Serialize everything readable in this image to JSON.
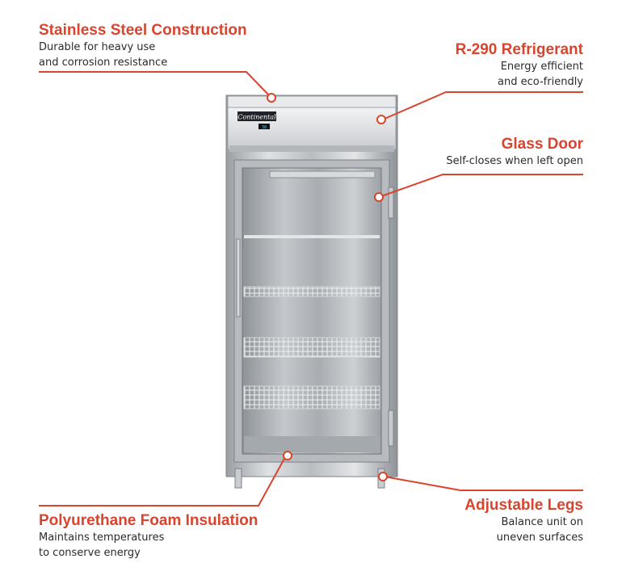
{
  "callouts": {
    "steel": {
      "title": "Stainless Steel Construction",
      "line1": "Durable for heavy use",
      "line2": "and corrosion resistance"
    },
    "refrigerant": {
      "title": "R-290 Refrigerant",
      "line1": "Energy efficient",
      "line2": "and eco-friendly"
    },
    "glass": {
      "title": "Glass Door",
      "line1": "Self-closes when left open"
    },
    "foam": {
      "title": "Polyurethane Foam Insulation",
      "line1": "Maintains temperatures",
      "line2": "to conserve energy"
    },
    "legs": {
      "title": "Adjustable Legs",
      "line1": "Balance unit on",
      "line2": "uneven surfaces"
    }
  },
  "product": {
    "brand": "Continental",
    "display": "38"
  },
  "colors": {
    "accent": "#d9442e",
    "text": "#2b2b2b"
  }
}
